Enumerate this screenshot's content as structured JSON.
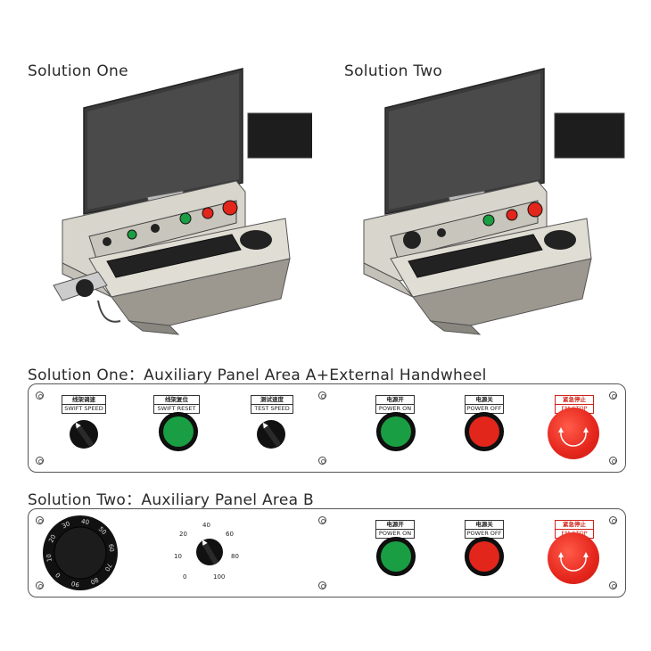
{
  "headings": {
    "solution_one": "Solution One",
    "solution_two": "Solution Two",
    "panel_a_title": "Solution One：Auxiliary Panel Area A+External Handwheel",
    "panel_b_title": "Solution Two：Auxiliary Panel Area B"
  },
  "panel_a": {
    "swift_speed": {
      "cn": "线架调速",
      "en": "SWIFT SPEED"
    },
    "swift_reset": {
      "cn": "线架复位",
      "en": "SWIFT RESET"
    },
    "test_speed": {
      "cn": "测试速度",
      "en": "TEST SPEED"
    },
    "power_on": {
      "cn": "电源开",
      "en": "POWER ON"
    },
    "power_off": {
      "cn": "电源关",
      "en": "POWER OFF"
    },
    "em_stop": {
      "cn": "紧急停止",
      "en": "EM-STOP"
    }
  },
  "panel_b": {
    "dial_numbers": [
      "0",
      "10",
      "20",
      "30",
      "40",
      "50",
      "60",
      "70",
      "80",
      "90"
    ],
    "pot_scale": [
      "0",
      "10",
      "20",
      "40",
      "60",
      "80",
      "100"
    ],
    "power_on": {
      "cn": "电源开",
      "en": "POWER ON"
    },
    "power_off": {
      "cn": "电源关",
      "en": "POWER OFF"
    },
    "em_stop": {
      "cn": "紧急停止",
      "en": "EM-STOP"
    }
  },
  "colors": {
    "green_button": "#1a9e43",
    "red_button": "#e2261c",
    "estop_red": "#e5261c",
    "panel_border": "#555555"
  }
}
